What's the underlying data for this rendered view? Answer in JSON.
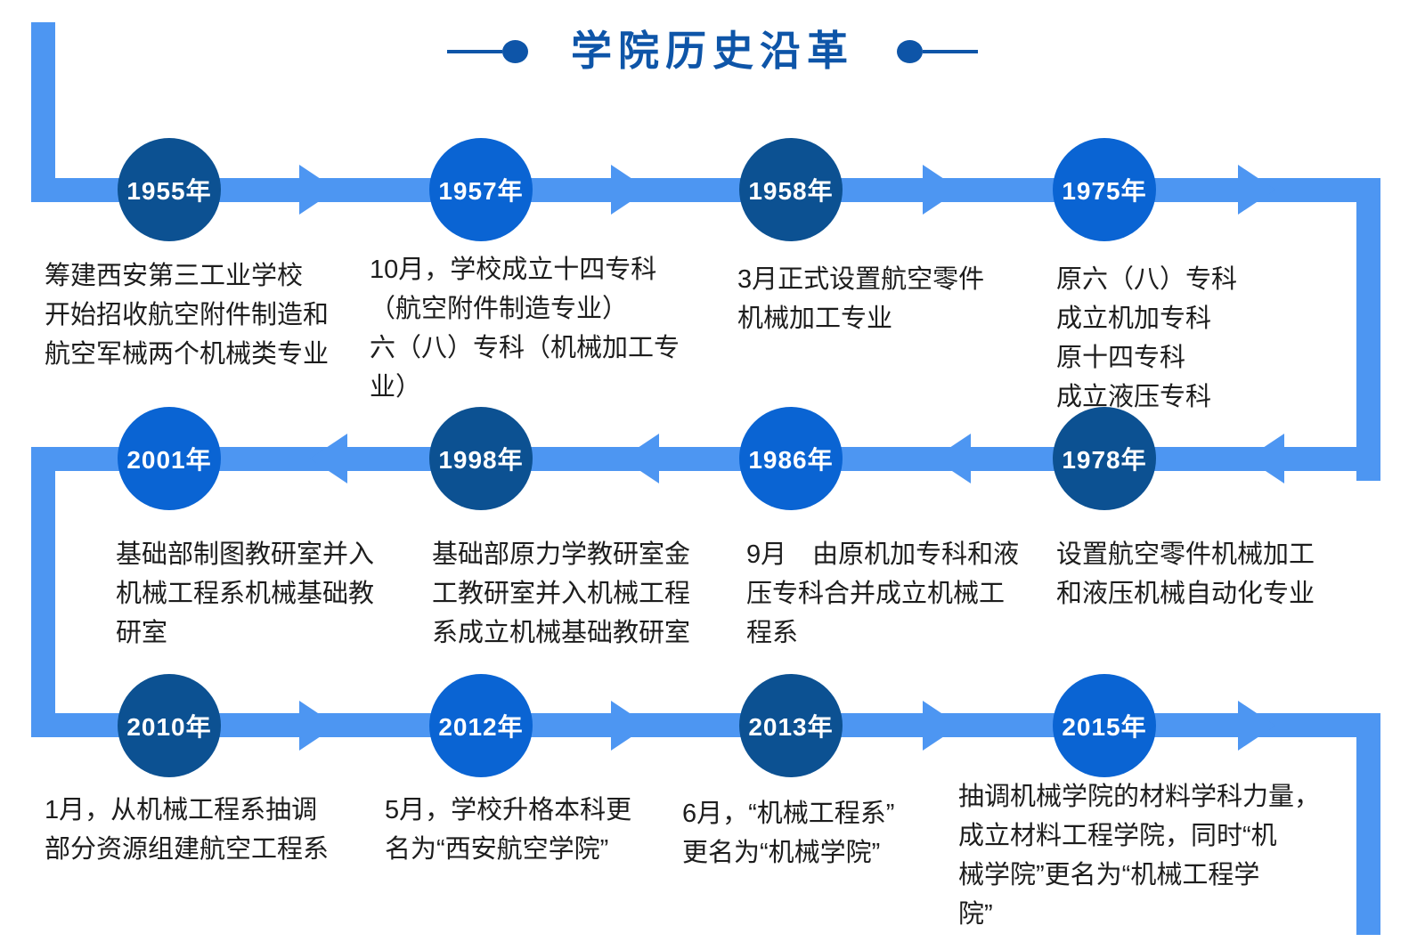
{
  "header": {
    "title": "学院历史沿革"
  },
  "colors": {
    "bar_blue": "#4d96f2",
    "dark_circle_blue": "#0c5192",
    "bright_circle_blue": "#0a64d3",
    "title_blue": "#0e55a8",
    "body_text": "#1d1d1d",
    "year_text": "#ffffff"
  },
  "events": [
    {
      "year": "1955年",
      "tone": "dark",
      "desc": "筹建西安第三工业学校\n开始招收航空附件制造和\n航空军械两个机械类专业"
    },
    {
      "year": "1957年",
      "tone": "bright",
      "desc": "10月，学校成立十四专科\n（航空附件制造专业）\n六（八）专科（机械加工专\n业）"
    },
    {
      "year": "1958年",
      "tone": "dark",
      "desc": "3月正式设置航空零件\n机械加工专业"
    },
    {
      "year": "1975年",
      "tone": "bright",
      "desc": "原六（八）专科\n成立机加专科\n原十四专科\n成立液压专科"
    },
    {
      "year": "1978年",
      "tone": "dark",
      "desc": "设置航空零件机械加工\n和液压机械自动化专业"
    },
    {
      "year": "1986年",
      "tone": "bright",
      "desc": "9月　由原机加专科和液\n压专科合并成立机械工\n程系"
    },
    {
      "year": "1998年",
      "tone": "dark",
      "desc": "基础部原力学教研室金\n工教研室并入机械工程\n系成立机械基础教研室"
    },
    {
      "year": "2001年",
      "tone": "bright",
      "desc": "基础部制图教研室并入\n机械工程系机械基础教\n研室"
    },
    {
      "year": "2010年",
      "tone": "dark",
      "desc": "1月，从机械工程系抽调\n部分资源组建航空工程系"
    },
    {
      "year": "2012年",
      "tone": "bright",
      "desc": "5月，学校升格本科更\n名为“西安航空学院”"
    },
    {
      "year": "2013年",
      "tone": "dark",
      "desc": "6月，“机械工程系”\n更名为“机械学院”"
    },
    {
      "year": "2015年",
      "tone": "bright",
      "desc": "抽调机械学院的材料学科力量，\n成立材料工程学院，同时“机\n械学院”更名为“机械工程学\n院”"
    }
  ]
}
